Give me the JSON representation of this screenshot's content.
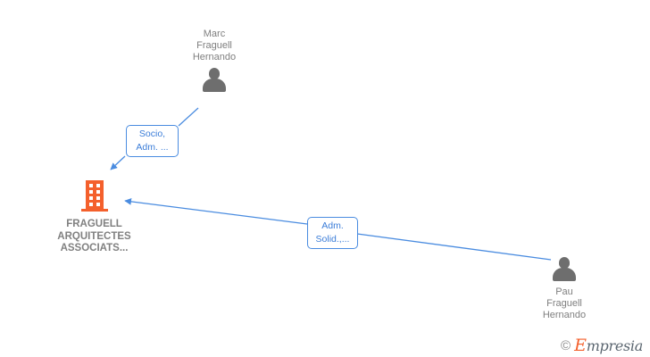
{
  "diagram": {
    "type": "org-relationship-graph",
    "background_color": "#ffffff",
    "accent_colors": {
      "company": "#f4602c",
      "person": "#6e6e6e",
      "edge": "#4a8ce0",
      "label_text": "#3b7dd8",
      "node_text": "#7f7f7f"
    },
    "nodes": [
      {
        "id": "person-marc",
        "kind": "person",
        "icon": "person-icon",
        "label": "Marc\nFraguell\nHernando",
        "label_position": "above"
      },
      {
        "id": "company-fraguell",
        "kind": "company",
        "icon": "building-icon",
        "label": "FRAGUELL\nARQUITECTES\nASSOCIATS...",
        "label_position": "below"
      },
      {
        "id": "person-pau",
        "kind": "person",
        "icon": "person-icon",
        "label": "Pau\nFraguell\nHernando",
        "label_position": "below"
      }
    ],
    "edges": [
      {
        "id": "edge-marc-company",
        "from": "person-marc",
        "to": "company-fraguell",
        "label": "Socio,\nAdm. ...",
        "arrow": "to"
      },
      {
        "id": "edge-pau-company",
        "from": "person-pau",
        "to": "company-fraguell",
        "label": "Adm.\nSolid.,...",
        "arrow": "to"
      }
    ]
  },
  "watermark": {
    "copyright": "©",
    "brand_initial": "E",
    "brand_rest": "mpresia"
  }
}
